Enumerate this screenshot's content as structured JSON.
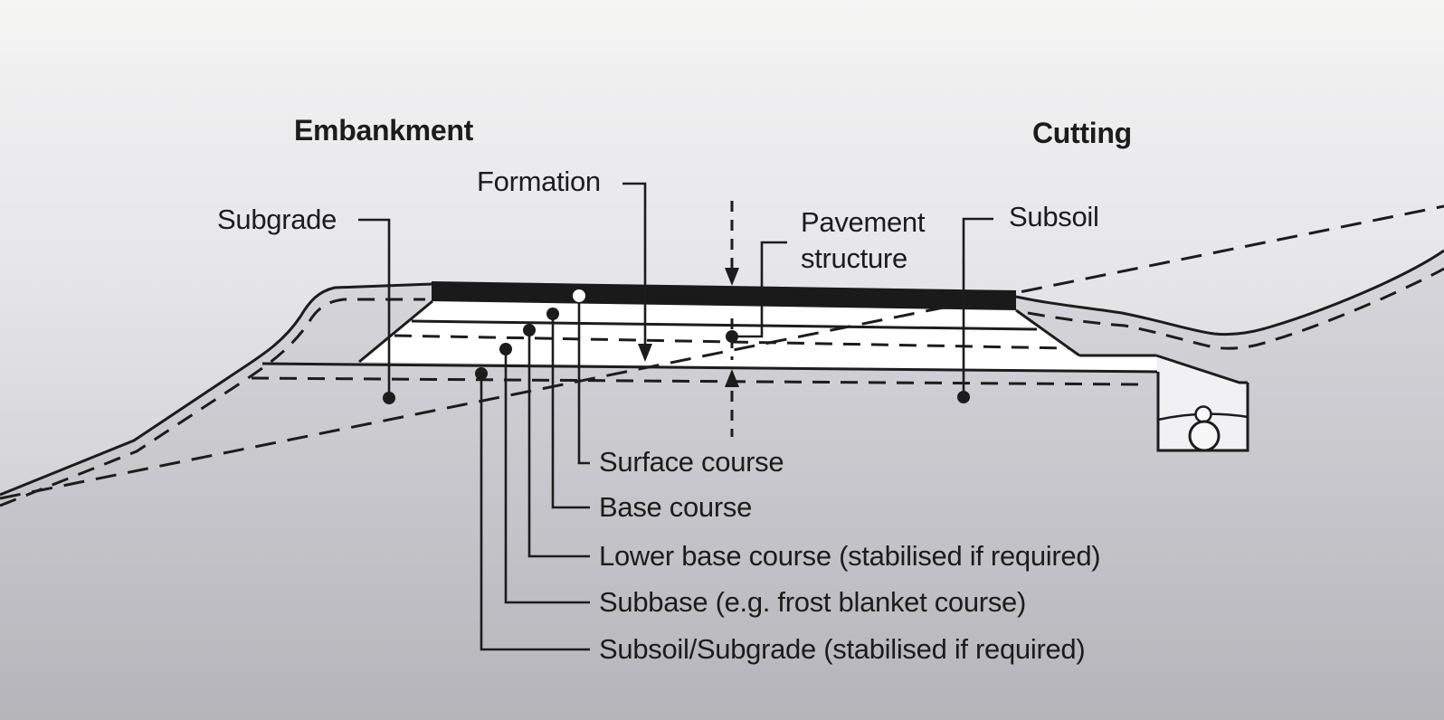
{
  "diagram": {
    "type": "road-cross-section",
    "section_titles": {
      "left": "Embankment",
      "right": "Cutting"
    },
    "callouts_top": {
      "subgrade": "Subgrade",
      "formation": "Formation",
      "pavement_structure": "Pavement structure",
      "subsoil": "Subsoil"
    },
    "callouts_bottom": {
      "surface_course": "Surface course",
      "base_course": "Base course",
      "lower_base_course": "Lower base course (stabilised if required)",
      "subbase": "Subbase (e.g. frost blanket course)",
      "subsoil_subgrade": "Subsoil/Subgrade (stabilised if required)"
    },
    "legend_semantics": {
      "black_bar": "surface course / pavement top",
      "dashed_diagonal": "original ground line",
      "double_arrow_dashed": "extent of pavement structure",
      "circles_right": "drainage pipe in trench"
    },
    "colors": {
      "ink": "#1c1c1c",
      "pavement_black": "#1a1a1a",
      "layer_white": "#ffffff",
      "background_top": "#f5f5f4",
      "background_bottom": "#c0c0c4",
      "ground_shade": "rgba(110,110,120,0.13)",
      "trench_fill": "#f1f1f3"
    }
  }
}
